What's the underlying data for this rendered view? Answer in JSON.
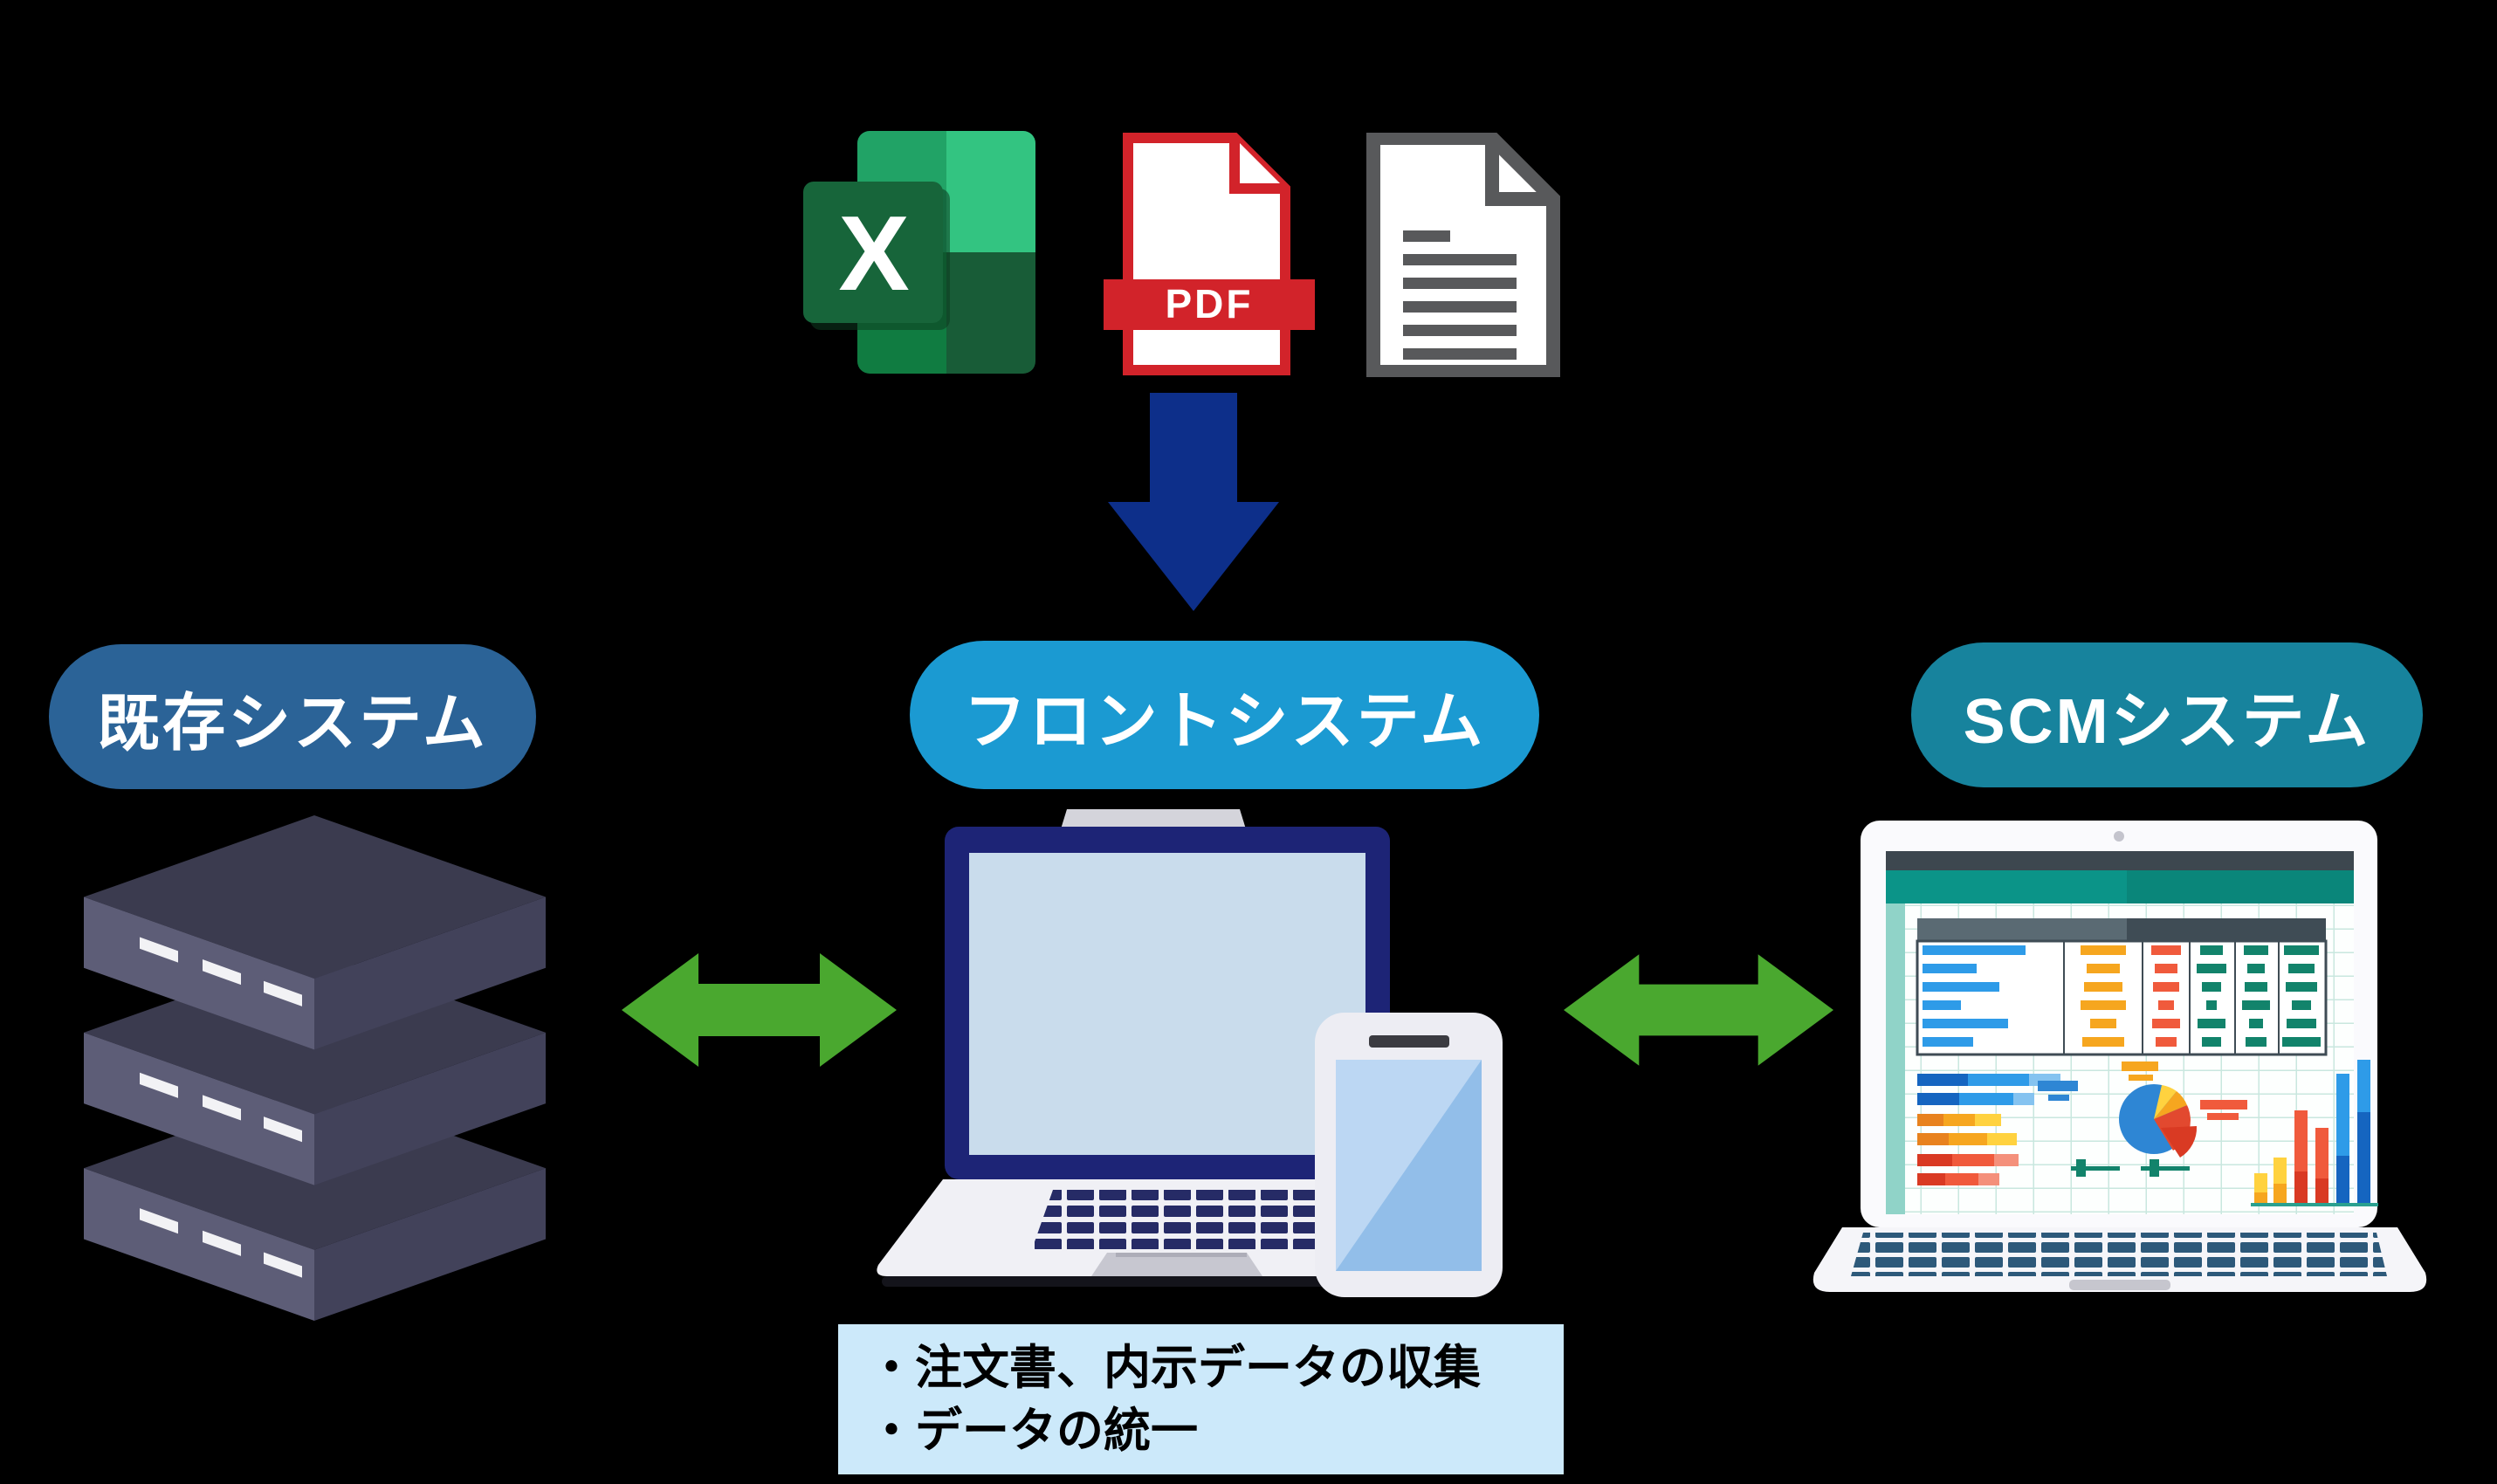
{
  "diagram": {
    "background": "#000000",
    "file_icons": {
      "excel": {
        "label": "X",
        "brand_green": "#21A366"
      },
      "pdf": {
        "label": "PDF",
        "brand_red": "#D2232A"
      },
      "document": {
        "color": "#58595B"
      }
    },
    "pills": {
      "existing": {
        "label": "既存システム",
        "color": "#2B6397"
      },
      "front": {
        "label": "フロントシステム",
        "color": "#1B9AD2"
      },
      "scm": {
        "label": "SCMシステム",
        "color": "#17839D"
      }
    },
    "arrows": {
      "down_color": "#0D2F8A",
      "sync_color": "#4AA82F"
    },
    "notes": {
      "bg": "#CCE9FA",
      "lines": [
        "・注文書、内示データの収集",
        "・データの統一"
      ]
    }
  }
}
